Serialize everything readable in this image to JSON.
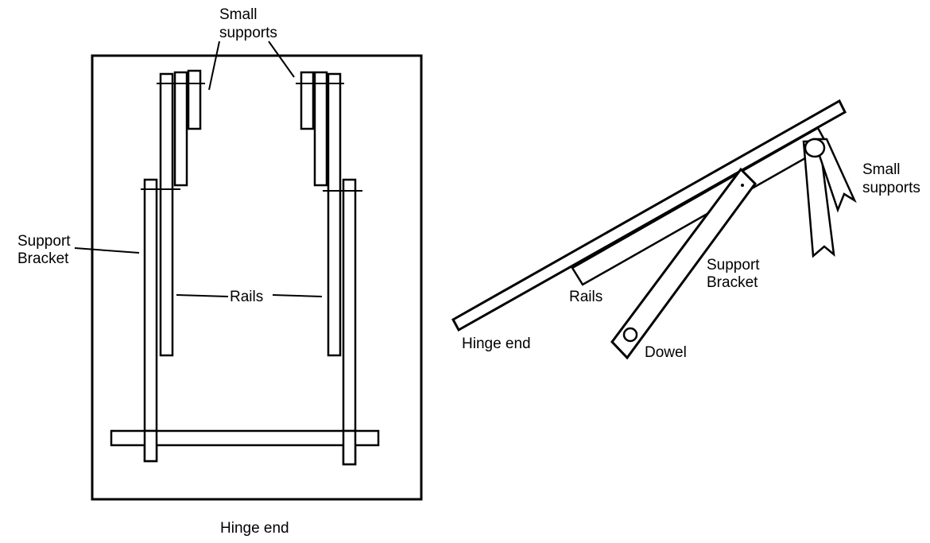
{
  "top_view": {
    "small_supports_line1": "Small",
    "small_supports_line2": "supports",
    "support_bracket_line1": "Support",
    "support_bracket_line2": "Bracket",
    "rails": "Rails",
    "hinge_end": "Hinge end"
  },
  "side_view": {
    "small_supports_line1": "Small",
    "small_supports_line2": "supports",
    "support_bracket_line1": "Support",
    "support_bracket_line2": "Bracket",
    "rails": "Rails",
    "hinge_end": "Hinge end",
    "dowel": "Dowel"
  }
}
